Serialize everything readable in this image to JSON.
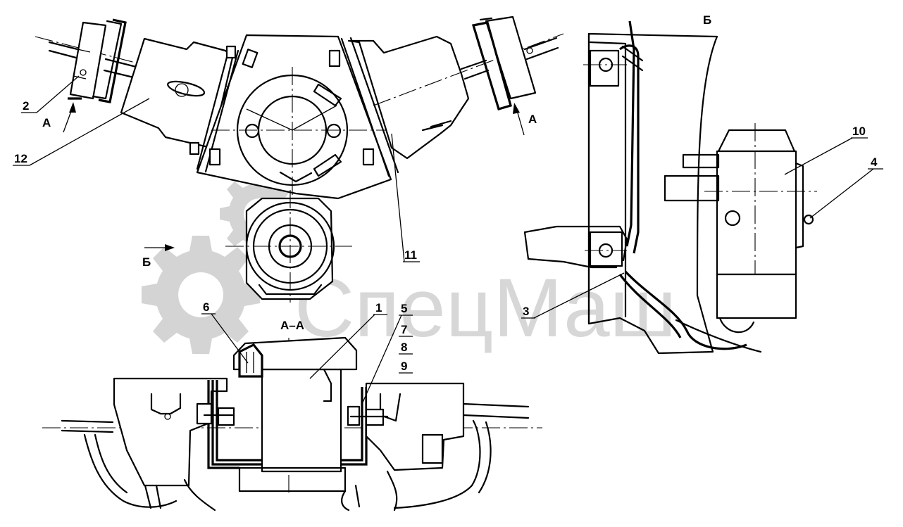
{
  "callouts": {
    "c1": "1",
    "c2": "2",
    "c3": "3",
    "c4": "4",
    "c5": "5",
    "c6": "6",
    "c7": "7",
    "c8": "8",
    "c9": "9",
    "c10": "10",
    "c11": "11",
    "c12": "12"
  },
  "view_markers": {
    "a_left": "А",
    "a_right": "А",
    "b_top": "Б",
    "b_side": "Б",
    "section_aa": "А–А"
  },
  "watermark": {
    "text": "СпецМаш",
    "color": "#c9c9c9"
  }
}
